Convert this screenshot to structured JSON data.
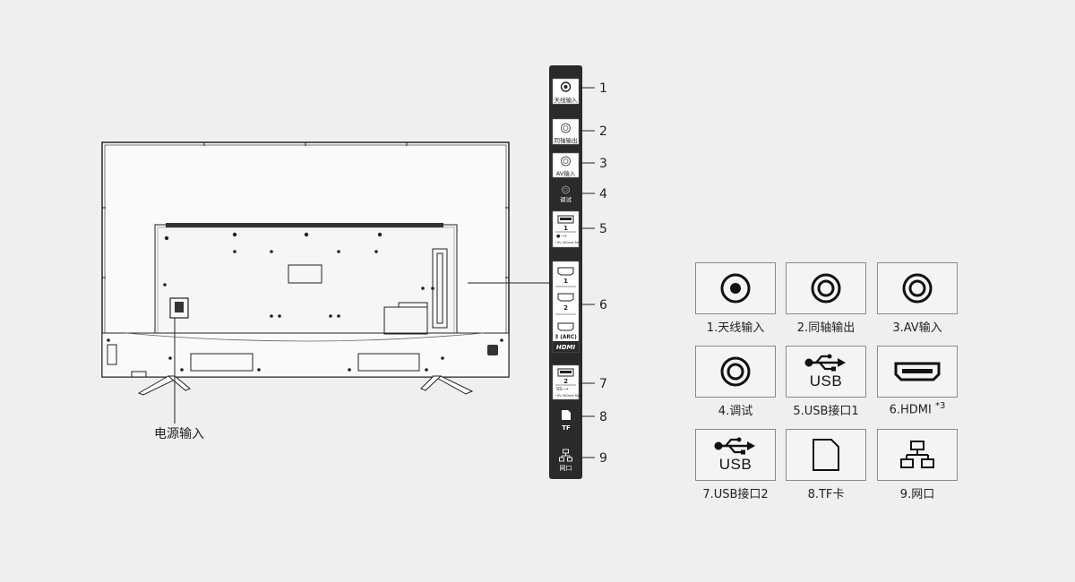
{
  "tv_diagram": {
    "power_label": "电源输入"
  },
  "panel": {
    "port_labels": [
      "天线输入",
      "同轴输出",
      "AV输入",
      "调试"
    ],
    "usb1_number": "1",
    "usb1_spec": "⎓5V 500mA MAX",
    "hdmi_numbers": [
      "1",
      "2",
      "3 (ARC)"
    ],
    "hdmi_brand": "HDMI",
    "usb2_number": "2",
    "usb2_spec": "⎓5V 900mA MAX",
    "tf_label": "TF",
    "lan_label": "网口",
    "callout_numbers": [
      "1",
      "2",
      "3",
      "4",
      "5",
      "6",
      "7",
      "8",
      "9"
    ]
  },
  "legend": {
    "items": [
      {
        "caption": "1.天线输入",
        "icon": "antenna-icon"
      },
      {
        "caption": "2.同轴输出",
        "icon": "coaxial-icon"
      },
      {
        "caption": "3.AV输入",
        "icon": "av-icon"
      },
      {
        "caption": "4.调试",
        "icon": "debug-port-icon"
      },
      {
        "caption": "5.USB接口1",
        "icon": "usb-icon",
        "usb_text": "USB"
      },
      {
        "caption": "6.HDMI",
        "icon": "hdmi-icon",
        "note": "*3"
      },
      {
        "caption": "7.USB接口2",
        "icon": "usb-icon",
        "usb_text": "USB"
      },
      {
        "caption": "8.TF卡",
        "icon": "sd-card-icon"
      },
      {
        "caption": "9.网口",
        "icon": "network-icon"
      }
    ]
  },
  "colors": {
    "background": "#efefef",
    "panel": "#2a2a2a",
    "line": "#222222"
  }
}
